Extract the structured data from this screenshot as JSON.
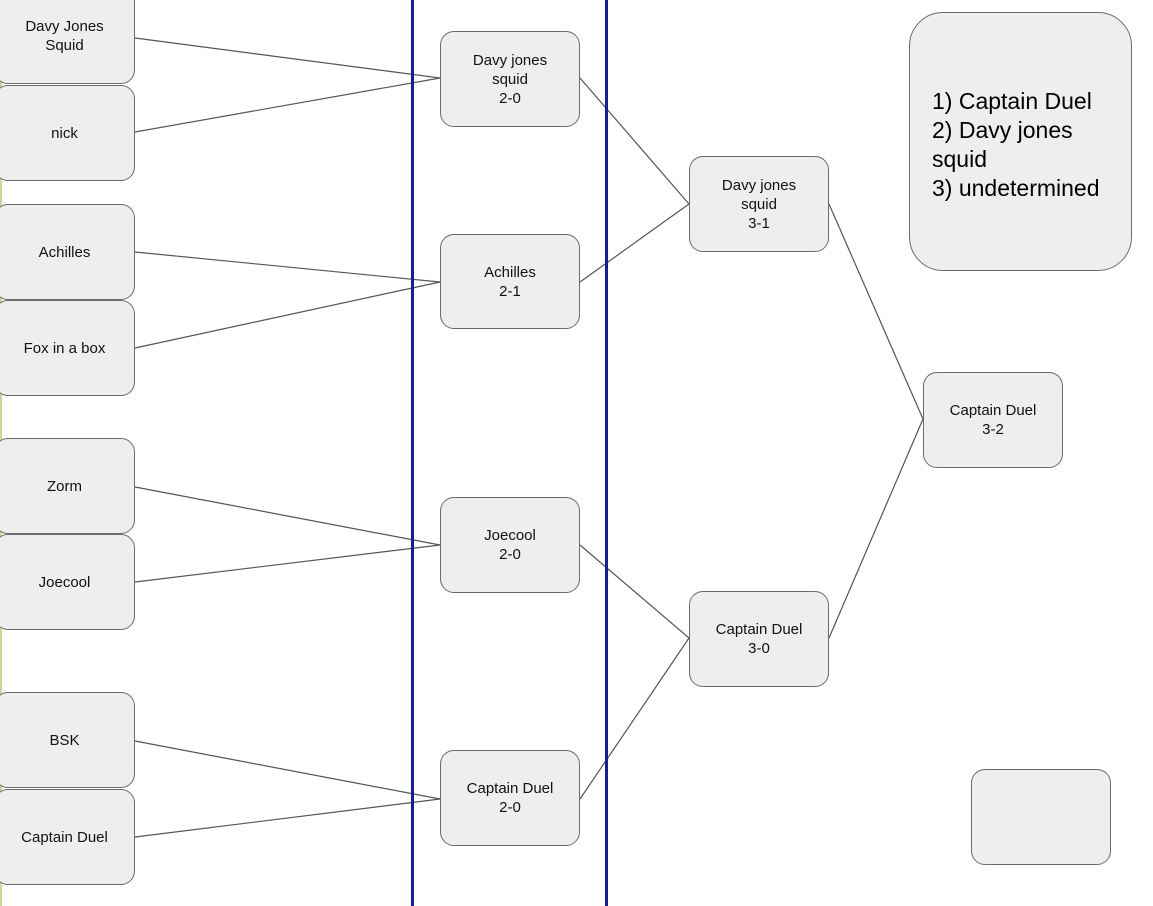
{
  "round1": [
    {
      "name": "Davy Jones Squid"
    },
    {
      "name": "nick"
    },
    {
      "name": "Achilles"
    },
    {
      "name": "Fox in a box"
    },
    {
      "name": "Zorm"
    },
    {
      "name": "Joecool"
    },
    {
      "name": "BSK"
    },
    {
      "name": "Captain Duel"
    }
  ],
  "round2": [
    {
      "name": "Davy jones squid",
      "score": "2-0"
    },
    {
      "name": "Achilles",
      "score": "2-1"
    },
    {
      "name": "Joecool",
      "score": "2-0"
    },
    {
      "name": "Captain Duel",
      "score": "2-0"
    }
  ],
  "round3": [
    {
      "name": "Davy jones squid",
      "score": "3-1"
    },
    {
      "name": "Captain Duel",
      "score": "3-0"
    }
  ],
  "final": {
    "name": "Captain Duel",
    "score": "3-2"
  },
  "results": {
    "line1": "1) Captain Duel",
    "line2": "2) Davy jones squid",
    "line3": "3) undetermined"
  },
  "colors": {
    "box_fill": "#eeeeee",
    "box_border": "#6b6b6b",
    "divider": "#1a1aa8",
    "connector": "#555555"
  }
}
